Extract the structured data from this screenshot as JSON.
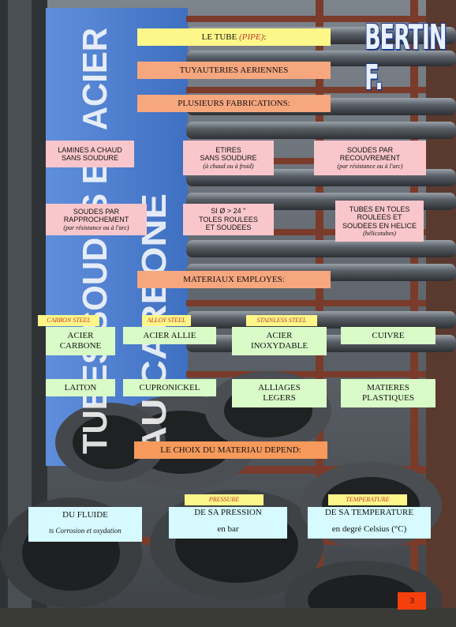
{
  "brand": "BERTIN F.",
  "watermark_lines": [
    "TUBES SOUDÉS EN ACIER",
    "AU CARBONE"
  ],
  "title": {
    "prefix": "LE TUBE ",
    "pipe": "(PIPE)",
    "suffix": ":"
  },
  "section_aerial": "TUYAUTERIES AERIENNES",
  "section_fabrications": "PLUSIEURS FABRICATIONS:",
  "fabrications": [
    {
      "line1": "LAMINES A CHAUD",
      "line2": "SANS SOUDURE",
      "note": ""
    },
    {
      "line1": "ETIRES",
      "line2": "SANS SOUDURE",
      "note": "(à chaud ou à froid)"
    },
    {
      "line1": "SOUDES PAR",
      "line2": "RECOUVREMENT",
      "note": "(par résistance ou à l'arc)"
    },
    {
      "line1": "SOUDES PAR",
      "line2": "RAPPROCHEMENT",
      "note": "(par résistance ou à l'arc)"
    },
    {
      "line1": "SI Ø > 24 ''",
      "line2": "TOLES ROULEES",
      "line3": "ET SOUDEES",
      "note": ""
    },
    {
      "line1": "TUBES EN TOLES",
      "line2": "ROULEES ET",
      "line3": "SOUDEES EN HELICE",
      "note": "(hélicotubes)"
    }
  ],
  "section_materials": "MATERIAUX EMPLOYES:",
  "material_tags": [
    "CARBON STEEL",
    "ALLOY STEEL",
    "STAINLESS STEEL"
  ],
  "materials": [
    [
      "ACIER\nCARBONE",
      "ACIER ALLIE",
      "ACIER\nINOXYDABLE",
      "CUIVRE"
    ],
    [
      "LAITON",
      "CUPRONICKEL",
      "ALLIAGES\nLEGERS",
      "MATIERES\nPLASTIQUES"
    ]
  ],
  "section_choice": "LE CHOIX DU MATERIAU DEPEND:",
  "choice_tags": [
    "PRESSURE",
    "TEMPERATURE"
  ],
  "choice": {
    "fluid": "DU FLUIDE",
    "fluid_note": "ts Corrosion et oxydation",
    "pressure": "DE SA PRESSION",
    "pressure_unit": "en bar",
    "temperature": "DE SA TEMPERATURE",
    "temperature_unit": "en degré Celsius (°C)"
  },
  "page_number": "3",
  "colors": {
    "yellow": "#fdf78a",
    "salmon": "#f7a77e",
    "pink": "#f9c7cb",
    "green": "#d9fbc8",
    "cyan": "#d6faff",
    "page_badge": "#f5400b",
    "watermark_blue": "#4a7fd0"
  }
}
